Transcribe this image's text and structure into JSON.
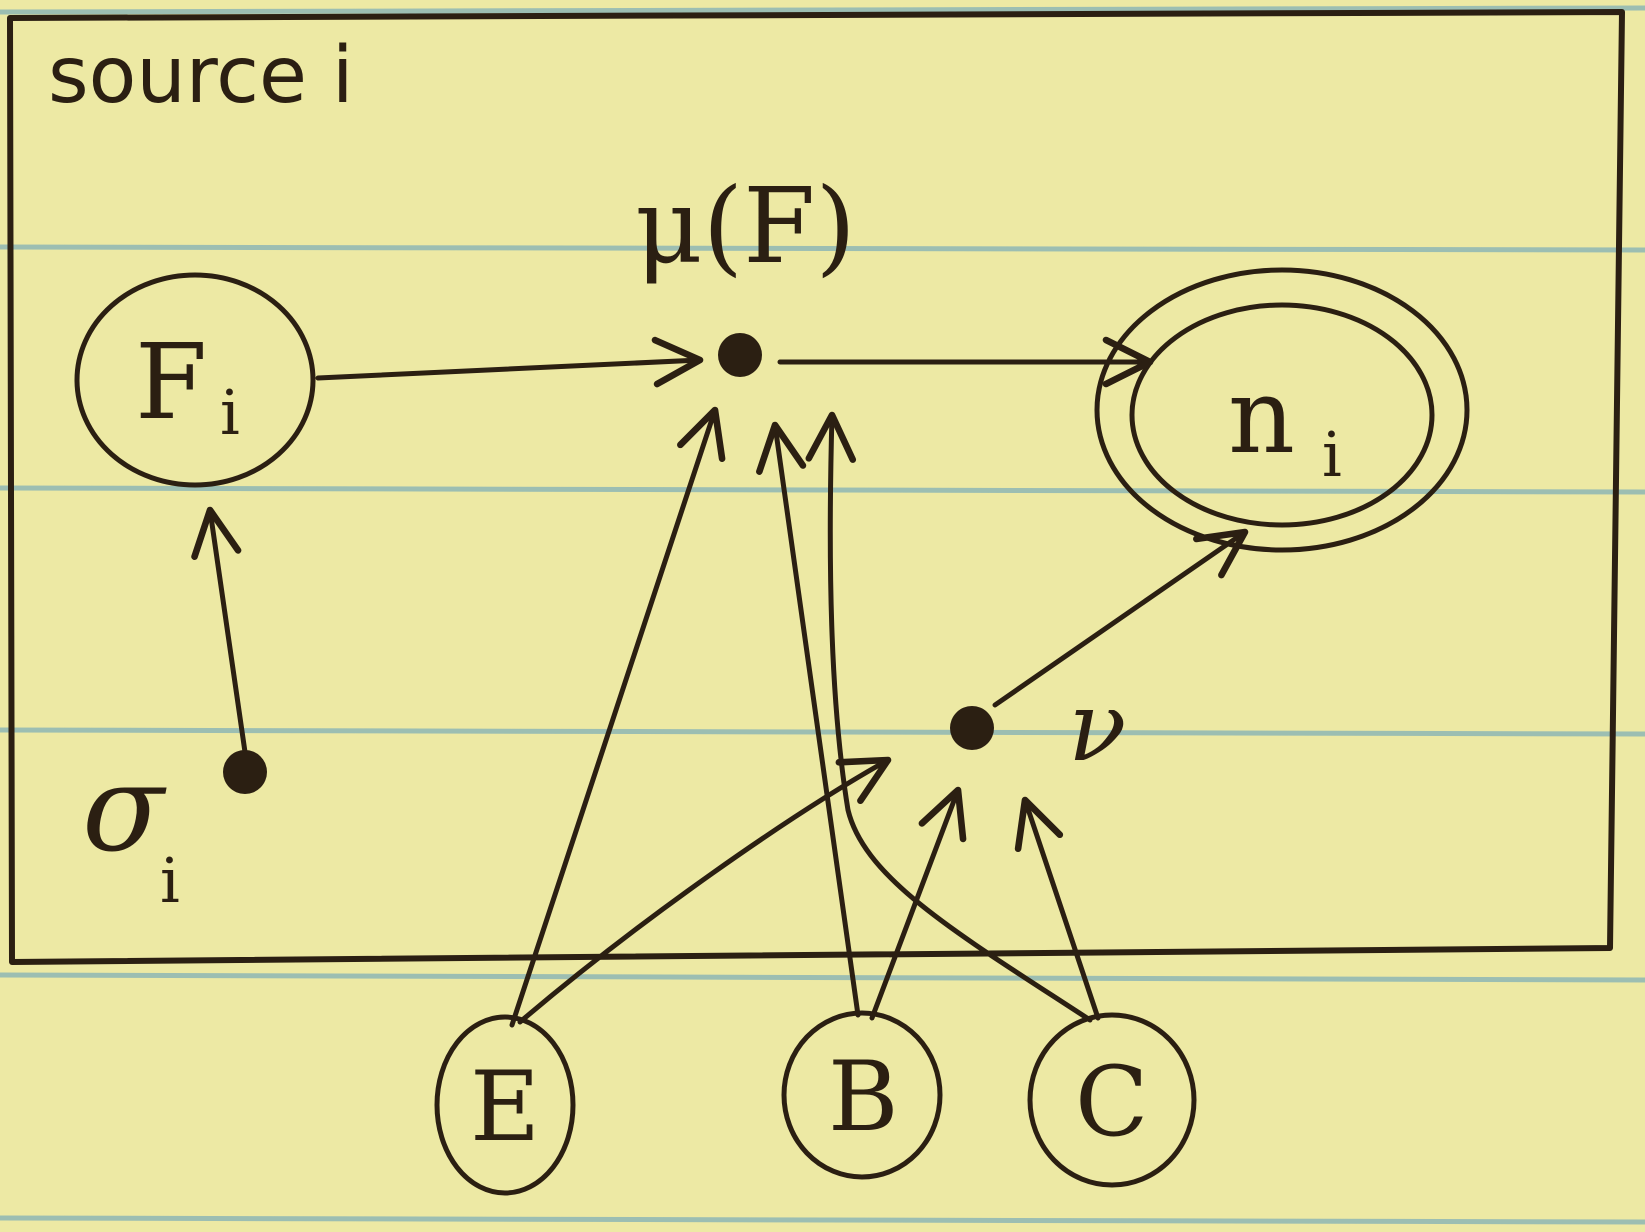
{
  "plate": {
    "label": "source i"
  },
  "nodes": {
    "F": {
      "main": "F",
      "sub": "i"
    },
    "n": {
      "main": "n",
      "sub": "i"
    },
    "mu": {
      "label": "μ(F)"
    },
    "nu": {
      "label": "ν"
    },
    "sigma": {
      "main": "σ",
      "sub": "i"
    },
    "E": {
      "label": "E"
    },
    "B": {
      "label": "B"
    },
    "C": {
      "label": "C"
    }
  },
  "colors": {
    "paper": "#ede9a4",
    "ruled_line": "#8fb7b5",
    "ink": "#2b1f12"
  }
}
